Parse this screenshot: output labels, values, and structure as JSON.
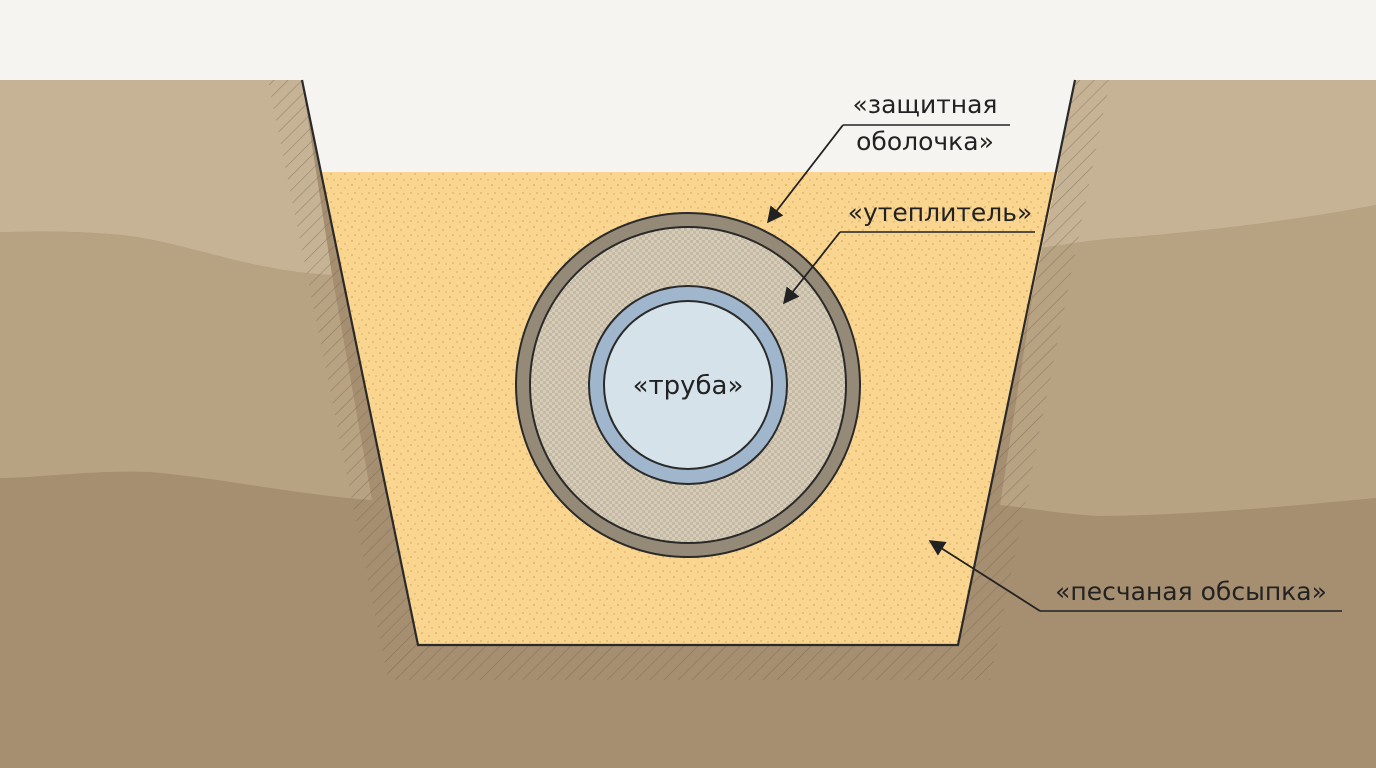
{
  "labels": {
    "shell_line1": "«защитная",
    "shell_line2": "оболочка»",
    "insulation": "«утеплитель»",
    "pipe": "«труба»",
    "sand": "«песчаная обсыпка»"
  },
  "colors": {
    "sky": "#f5f4f0",
    "soil_top": "#c6b295",
    "soil_mid": "#b7a282",
    "soil_deep": "#a68f70",
    "sand": "#f9d58f",
    "shell": "#958a77",
    "insulation": "#d6ccb8",
    "pipe_wall": "#9fb6cc",
    "pipe_inner": "#d6e2ea",
    "line": "#222222"
  }
}
